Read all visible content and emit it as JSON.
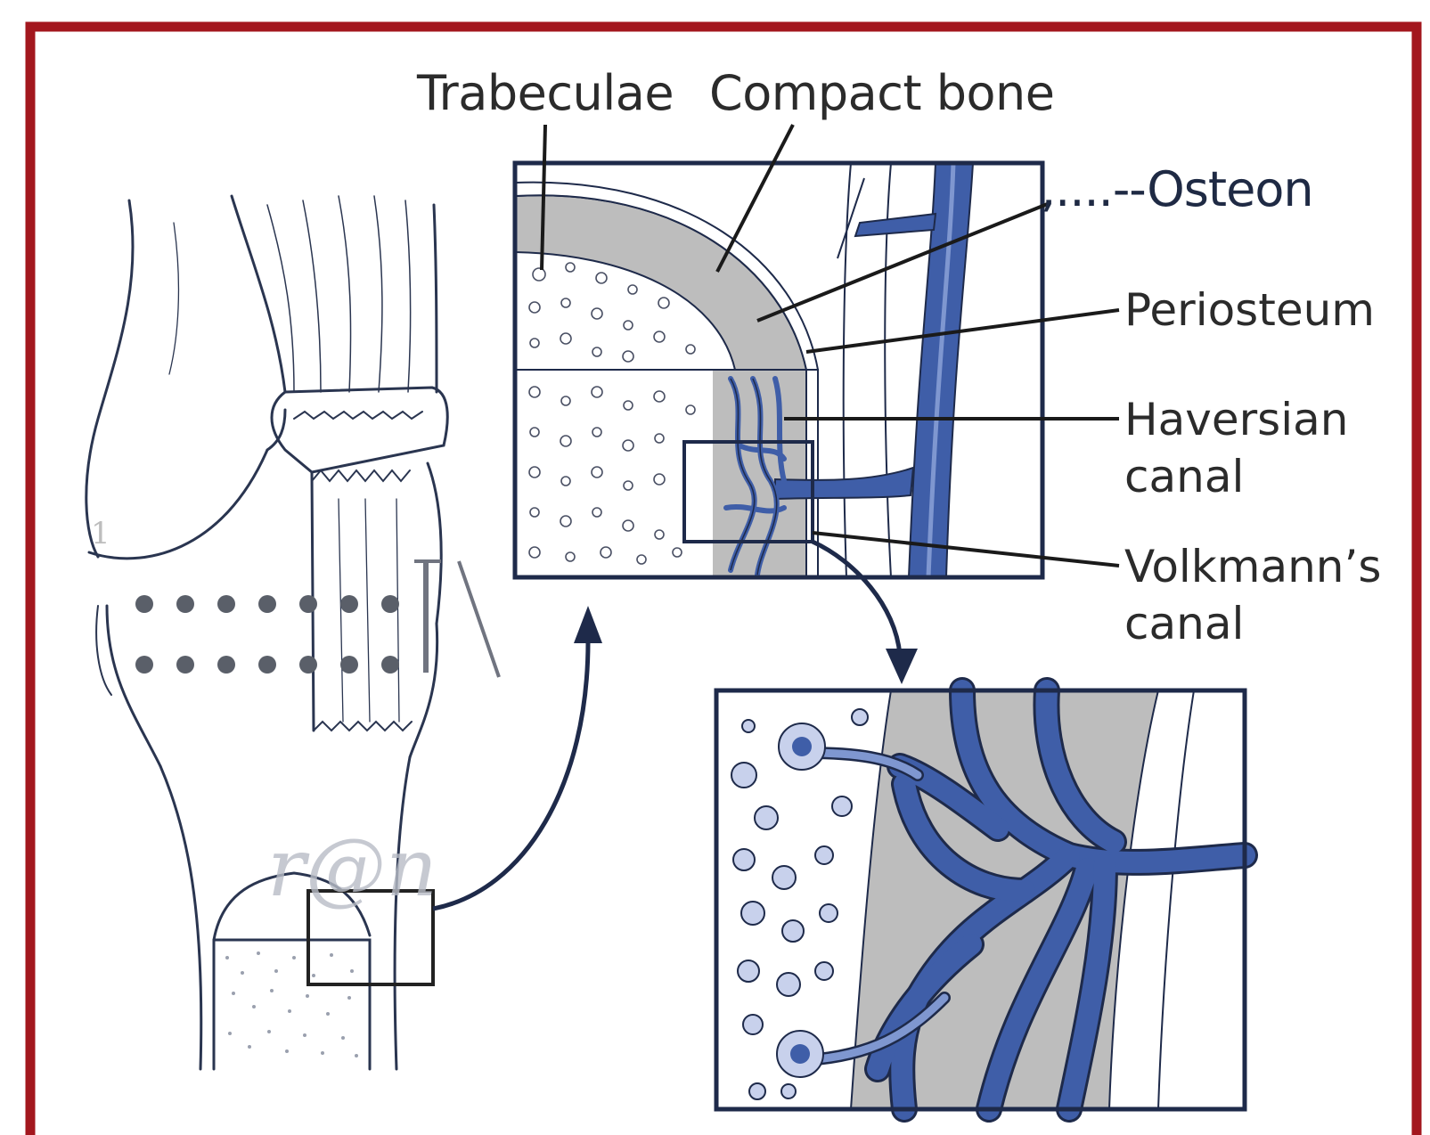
{
  "colors": {
    "border": "#a3171e",
    "vessel": "#3f5ea8",
    "vessel_light": "#7f97d0",
    "outline": "#1e2a4a",
    "compact": "#bdbdbd",
    "background": "#ffffff"
  },
  "labels": {
    "trabeculae": "Trabeculae",
    "compact_bone": "Compact bone",
    "osteon": ",....--Osteon",
    "periosteum": "Periosteum",
    "haversian_line1": "Haversian",
    "haversian_line2": "canal",
    "volkmann_line1": "Volkmann’s",
    "volkmann_line2": "canal"
  },
  "overlay_marks": {
    "tiny_mark": "1",
    "watermark": "r@n"
  }
}
